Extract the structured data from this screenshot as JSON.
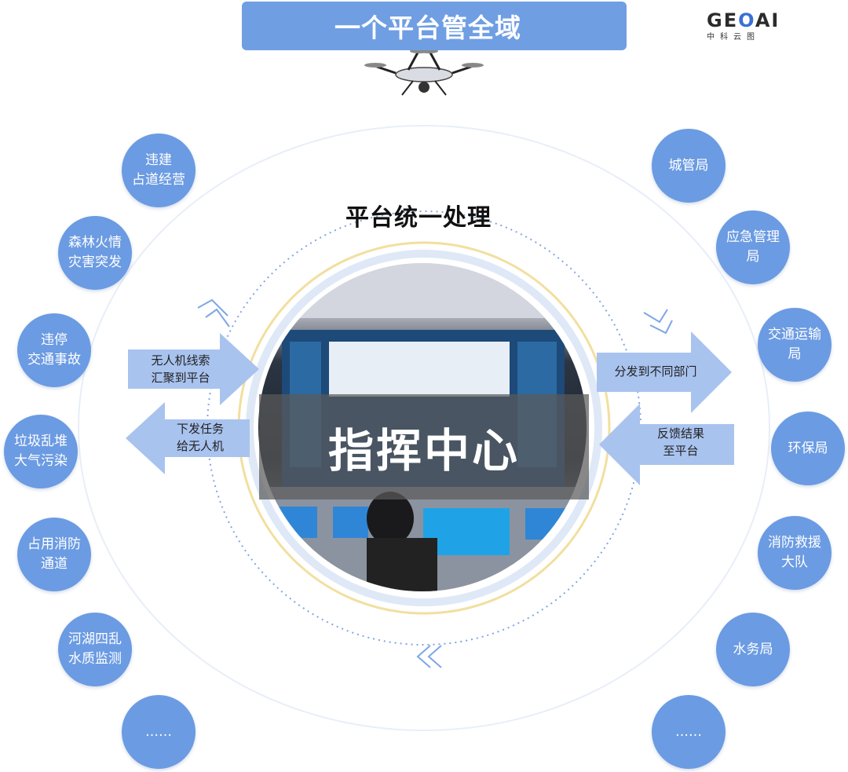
{
  "header": {
    "title": "一个平台管全域"
  },
  "logo": {
    "main_a": "GE",
    "main_b": "O",
    "main_c": "AI",
    "sub": "中科云图"
  },
  "center": {
    "heading": "平台统一处理",
    "label": "指挥中心"
  },
  "arrows": {
    "collect": {
      "line1": "无人机线索",
      "line2": "汇聚到平台"
    },
    "dispatch": {
      "line1": "下发任务",
      "line2": "给无人机"
    },
    "distribute": {
      "line1": "分发到不同部门"
    },
    "feedback": {
      "line1": "反馈结果",
      "line2": "至平台"
    }
  },
  "left_items": [
    {
      "line1": "违建",
      "line2": "占道经营"
    },
    {
      "line1": "森林火情",
      "line2": "灾害突发"
    },
    {
      "line1": "违停",
      "line2": "交通事故"
    },
    {
      "line1": "垃圾乱堆",
      "line2": "大气污染"
    },
    {
      "line1": "占用消防",
      "line2": "通道"
    },
    {
      "line1": "河湖四乱",
      "line2": "水质监测"
    },
    {
      "line1": "……",
      "line2": ""
    }
  ],
  "right_items": [
    {
      "line1": "城管局",
      "line2": ""
    },
    {
      "line1": "应急管理",
      "line2": "局"
    },
    {
      "line1": "交通运输",
      "line2": "局"
    },
    {
      "line1": "环保局",
      "line2": ""
    },
    {
      "line1": "消防救援",
      "line2": "大队"
    },
    {
      "line1": "水务局",
      "line2": ""
    },
    {
      "line1": "……",
      "line2": ""
    }
  ],
  "colors": {
    "bubble": "#6b9be2",
    "banner": "#6f9ee3",
    "arrow": "#a9c3ef",
    "ring": "#7ea6e6",
    "gold": "#f2dfa0"
  }
}
